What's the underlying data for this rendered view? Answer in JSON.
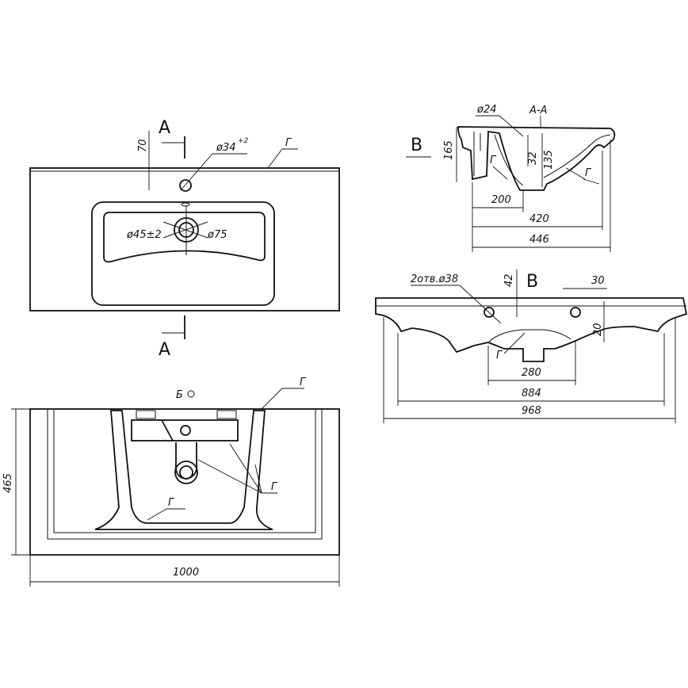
{
  "top_view": {
    "dim_70": "70",
    "dim_hole": "ø34",
    "dim_hole_tol": "+2",
    "dim_drain": "ø45±2",
    "dim_drain_outer": "ø75",
    "note_g": "Г",
    "section_a_top": "A",
    "section_a_bottom": "A"
  },
  "section_aa": {
    "title": "A-A",
    "view_b": "B",
    "dim_24": "ø24",
    "dim_165": "165",
    "dim_135": "135",
    "dim_32": "32",
    "dim_200": "200",
    "dim_420": "420",
    "dim_446": "446",
    "note_g1": "Г",
    "note_g2": "Г"
  },
  "view_b": {
    "title": "B",
    "holes": "2отв.ø38",
    "dim_42": "42",
    "dim_30": "30",
    "dim_20": "20",
    "dim_280": "280",
    "dim_884": "884",
    "dim_968": "968",
    "note_g": "Г"
  },
  "bottom_view": {
    "view_b": "Б",
    "dim_465": "465",
    "dim_1000": "1000",
    "note_g1": "Г",
    "note_g2": "Г",
    "note_g3": "Г"
  }
}
